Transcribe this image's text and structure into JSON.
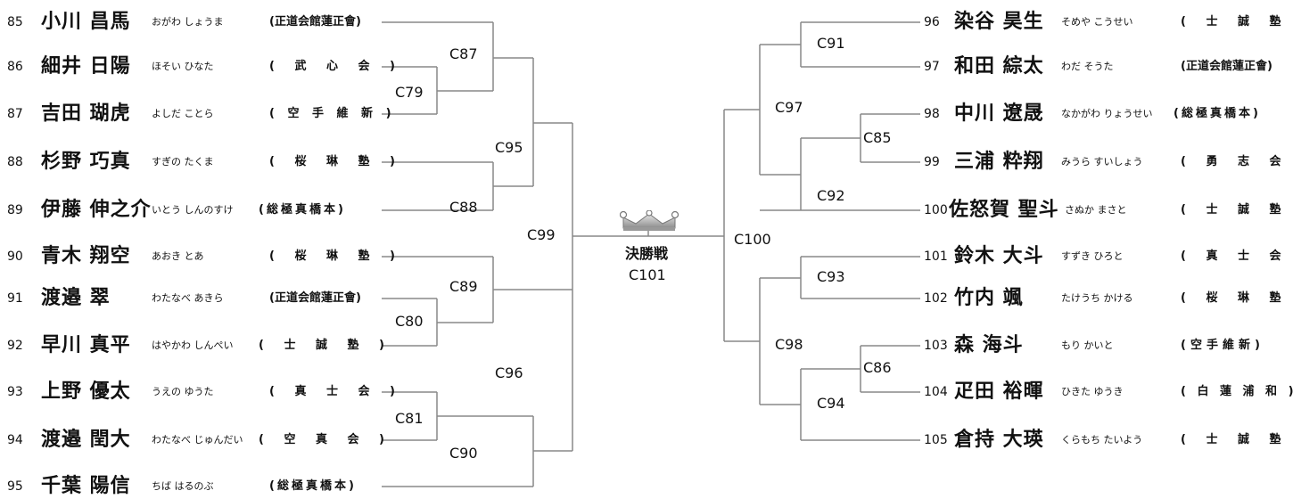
{
  "left": [
    {
      "seed": "85",
      "name": "小川 昌馬",
      "kana": "おがわ しょうま",
      "club": "(正道会館蓮正會)"
    },
    {
      "seed": "86",
      "name": "細井 日陽",
      "kana": "ほそい ひなた",
      "club": "( 武 心 会 )"
    },
    {
      "seed": "87",
      "name": "吉田 瑚虎",
      "kana": "よしだ ことら",
      "club": "( 空 手 維 新 )"
    },
    {
      "seed": "88",
      "name": "杉野 巧真",
      "kana": "すぎの たくま",
      "club": "( 桜 琳 塾 )"
    },
    {
      "seed": "89",
      "name": "伊藤 伸之介",
      "kana": "いとう しんのすけ",
      "club": "(総極真橋本)"
    },
    {
      "seed": "90",
      "name": "青木 翔空",
      "kana": "あおき とあ",
      "club": "( 桜 琳 塾 )"
    },
    {
      "seed": "91",
      "name": "渡邉 翠",
      "kana": "わたなべ あきら",
      "club": "(正道会館蓮正會)"
    },
    {
      "seed": "92",
      "name": "早川 真平",
      "kana": "はやかわ しんぺい",
      "club": "( 士 誠 塾 )"
    },
    {
      "seed": "93",
      "name": "上野 優太",
      "kana": "うえの ゆうた",
      "club": "( 真 士 会 )"
    },
    {
      "seed": "94",
      "name": "渡邉 閏大",
      "kana": "わたなべ じゅんだい",
      "club": "( 空 真 会 )"
    },
    {
      "seed": "95",
      "name": "千葉 陽信",
      "kana": "ちば はるのぶ",
      "club": "(総極真橋本)"
    }
  ],
  "right": [
    {
      "seed": "96",
      "name": "染谷 昊生",
      "kana": "そめや こうせい",
      "club": "( 士 誠 塾 )"
    },
    {
      "seed": "97",
      "name": "和田 綜太",
      "kana": "わだ そうた",
      "club": "(正道会館蓮正會)"
    },
    {
      "seed": "98",
      "name": "中川 遼晟",
      "kana": "なかがわ りょうせい",
      "club": "(総極真橋本)"
    },
    {
      "seed": "99",
      "name": "三浦 粋翔",
      "kana": "みうら すいしょう",
      "club": "( 勇 志 会 )"
    },
    {
      "seed": "100",
      "name": "佐怒賀 聖斗",
      "kana": "さぬか まさと",
      "club": "( 士 誠 塾 )"
    },
    {
      "seed": "101",
      "name": "鈴木 大斗",
      "kana": "すずき ひろと",
      "club": "( 真 士 会 )"
    },
    {
      "seed": "102",
      "name": "竹内 颯",
      "kana": "たけうち かける",
      "club": "( 桜 琳 塾 )"
    },
    {
      "seed": "103",
      "name": "森 海斗",
      "kana": "もり かいと",
      "club": "(空手維新)"
    },
    {
      "seed": "104",
      "name": "疋田 裕暉",
      "kana": "ひきた ゆうき",
      "club": "( 白 蓮 浦 和 )"
    },
    {
      "seed": "105",
      "name": "倉持 大瑛",
      "kana": "くらもち たいよう",
      "club": "( 士 誠 塾 )"
    }
  ],
  "matches": {
    "c79": "C79",
    "c80": "C80",
    "c81": "C81",
    "c85": "C85",
    "c86": "C86",
    "c87": "C87",
    "c88": "C88",
    "c89": "C89",
    "c90": "C90",
    "c91": "C91",
    "c92": "C92",
    "c93": "C93",
    "c94": "C94",
    "c95": "C95",
    "c96": "C96",
    "c97": "C97",
    "c98": "C98",
    "c99": "C99",
    "c100": "C100"
  },
  "final": {
    "title": "決勝戦",
    "code": "C101"
  },
  "colors": {
    "line": "#888888",
    "text": "#111111",
    "crown": "#b8b8b8"
  },
  "icons": {
    "crown": "crown-icon"
  }
}
